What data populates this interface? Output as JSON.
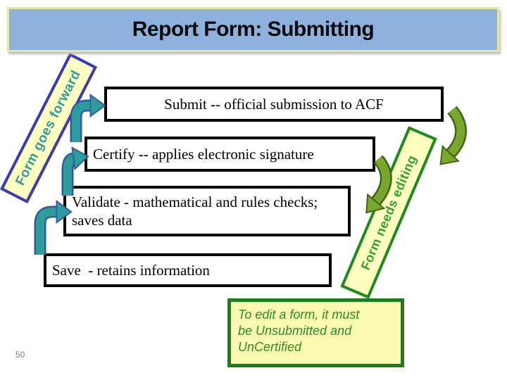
{
  "header": {
    "title": "Report Form: Submitting"
  },
  "steps": [
    {
      "label": "Submit -- official submission to ACF"
    },
    {
      "label": "Certify -- applies electronic signature"
    },
    {
      "label": "Validate - mathematical and rules checks; saves data"
    },
    {
      "label": "Save  - retains information"
    }
  ],
  "ribbons": {
    "left": {
      "label": "Form goes forward"
    },
    "right": {
      "label": "Form needs editing"
    }
  },
  "note": {
    "lines": [
      "To edit a form, it must",
      "be Unsubmitted and",
      "UnCertified"
    ]
  },
  "footer": {
    "page_number": "50"
  },
  "icons": {
    "forward_arrows": "bent-up-right-arrow-icon",
    "return_arrows": "curved-down-left-arrow-icon"
  },
  "colors": {
    "title_bar_fill": "#8FB1DE",
    "title_bar_border": "#E9E6A1",
    "forward_arrow_fill": "#2E9C9C",
    "forward_arrow_outline": "#335A9E",
    "return_arrow_fill": "#79A62F",
    "return_arrow_outline": "#3F660F",
    "ribbon_fill": "#FFFFC2",
    "ribbon_left_border": "#3A3AB5",
    "ribbon_left_text": "#2E9C9C",
    "ribbon_right_border": "#1E8A1E",
    "ribbon_right_text": "#30A030",
    "note_fill": "#FAFAB2",
    "note_border": "#1E7C1E",
    "note_text": "#2E8B2E",
    "box_border": "#000000",
    "page_number_text": "#7F7F7F"
  }
}
